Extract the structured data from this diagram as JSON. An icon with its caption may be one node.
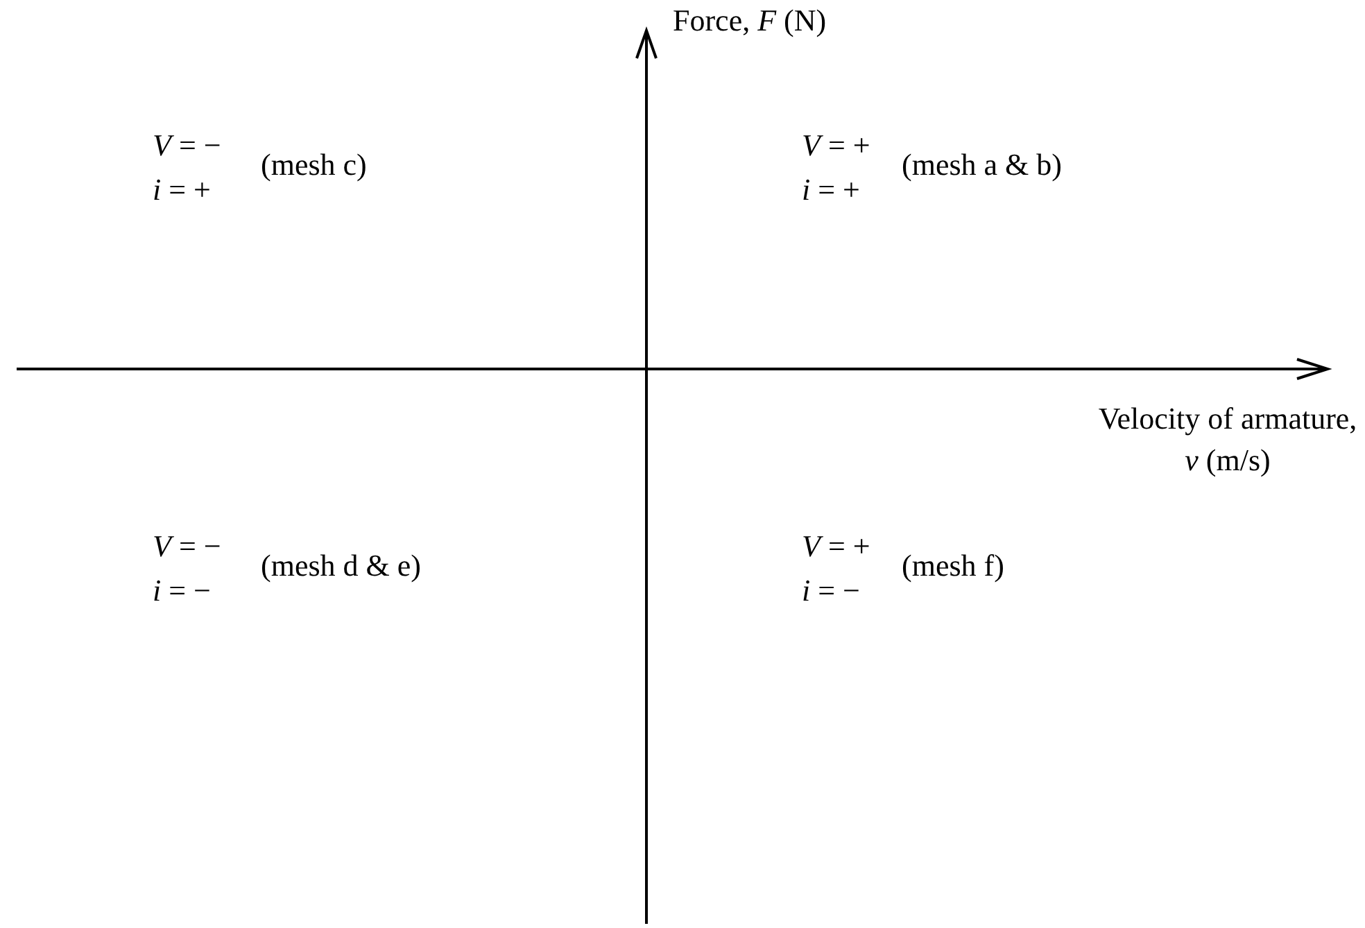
{
  "diagram": {
    "labels": [
      "Force, *F* (N)",
      "*V* = −",
      "*i* = +",
      "(mesh c)",
      "*V* = +",
      "*i* = +",
      "(mesh a & b)",
      "Velocity of armature, *v* (m/s)",
      "*V* = −",
      "*i* = −",
      "(mesh d & e)",
      "*V* = +",
      "*i* = −",
      "(mesh f)"
    ]
  }
}
